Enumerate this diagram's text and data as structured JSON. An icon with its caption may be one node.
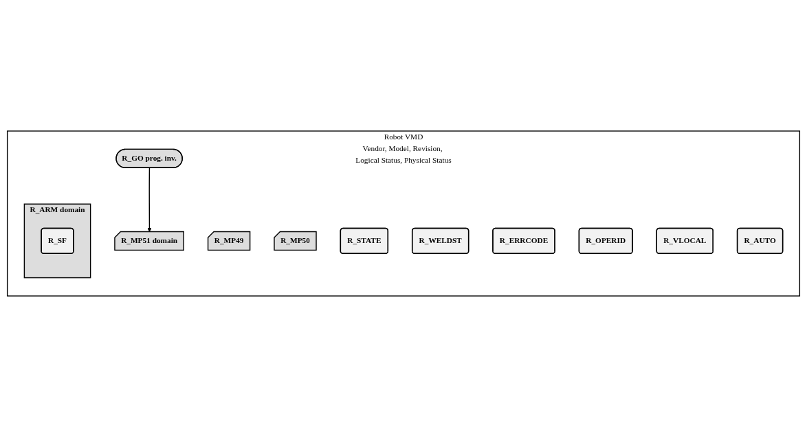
{
  "diagram": {
    "nodes": [
      {
        "text": [
          "Robot VMD",
          "Vendor, Model, Revision, Logical Status, Physical Status"
        ]
      },
      {
        "text": [
          "R_MP49"
        ],
        "in": 0
      },
      {
        "text": [
          "R_MP50"
        ],
        "in": 0
      },
      {
        "text": [
          "R_MP51 domain"
        ],
        "in": 0
      },
      {
        "text": [
          "R_GO prog. inv."
        ],
        "in": 0
      },
      {
        "text": [
          "R_STATE"
        ],
        "in": 0
      },
      {
        "text": [
          "R_WELDST"
        ],
        "in": 0
      },
      {
        "text": [
          "R_ERRCODE"
        ],
        "in": 0
      },
      {
        "text": [
          "R_OPERID"
        ],
        "in": 0
      },
      {
        "text": [
          "R_VLOCAL"
        ],
        "in": 0
      },
      {
        "text": [
          "R_AUTO"
        ],
        "in": 0
      },
      {
        "text": [
          "R_ARM domain"
        ],
        "in": 0
      },
      {
        "text": [
          "R_SF"
        ],
        "in": 11
      }
    ],
    "edges": [
      {
        "from": 4,
        "to": 3,
        "arrow": "to"
      }
    ]
  }
}
